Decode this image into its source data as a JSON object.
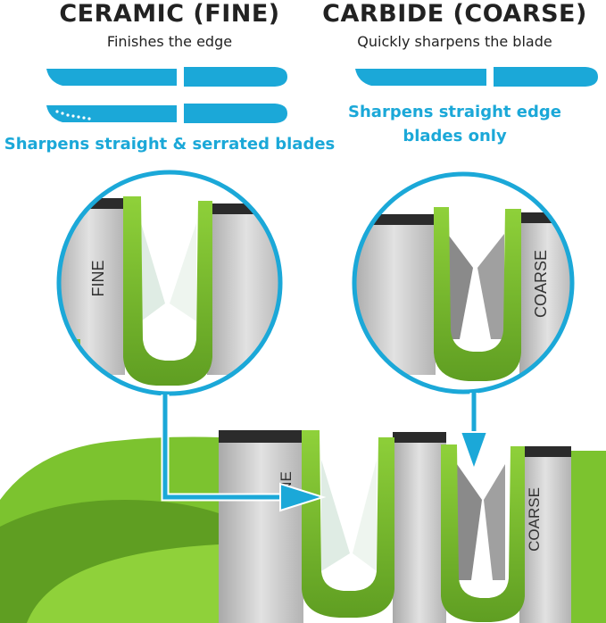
{
  "ceramic": {
    "title": "CERAMIC (FINE)",
    "subtitle": "Finishes the edge",
    "note": "Sharpens straight & serrated blades"
  },
  "carbide": {
    "title": "CARBIDE (COARSE)",
    "subtitle": "Quickly sharpens the blade",
    "note_line1": "Sharpens straight edge",
    "note_line2": "blades only"
  },
  "slot_labels": {
    "fine": "FINE",
    "coarse": "COARSE",
    "fine_partial": "NE"
  },
  "colors": {
    "accent_blue": "#1ba8d8",
    "green": "#7cc32f",
    "dark_green": "#4a8a1c",
    "steel": "#c8c8c8",
    "heading": "#222222"
  }
}
